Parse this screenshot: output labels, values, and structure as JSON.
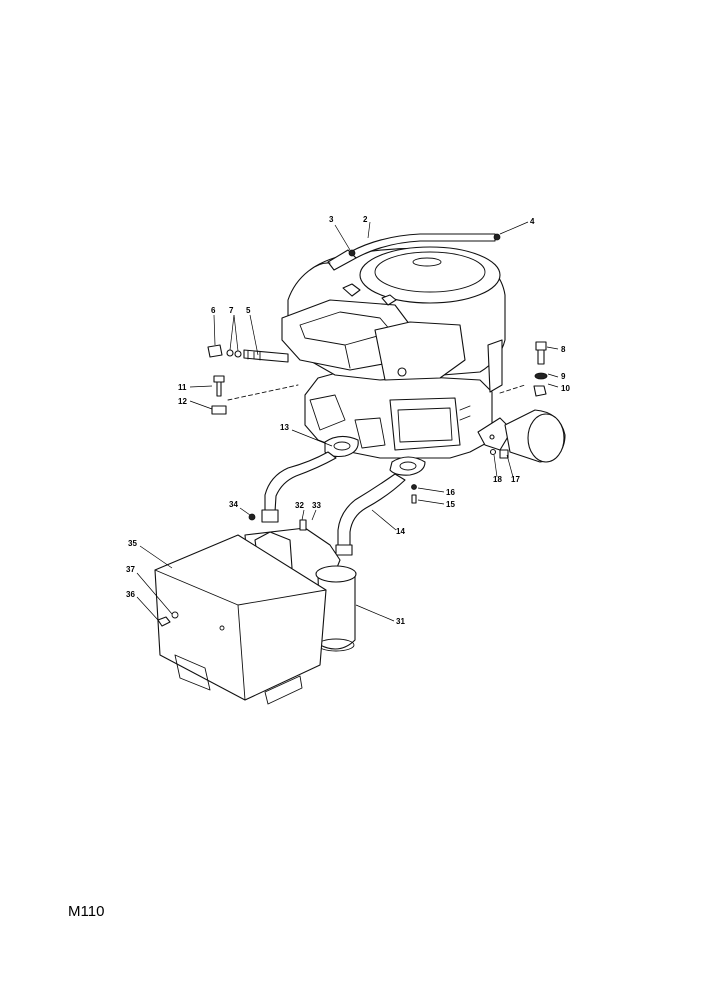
{
  "page_code": "M110",
  "callouts": {
    "c2": "2",
    "c3": "3",
    "c4": "4",
    "c5": "5",
    "c6": "6",
    "c7": "7",
    "c8": "8",
    "c9": "9",
    "c10": "10",
    "c11": "11",
    "c12": "12",
    "c13": "13",
    "c14": "14",
    "c15": "15",
    "c16": "16",
    "c17": "17",
    "c18": "18",
    "c31": "31",
    "c32": "32",
    "c33": "33",
    "c34": "34",
    "c35": "35",
    "c36": "36",
    "c37": "37"
  }
}
